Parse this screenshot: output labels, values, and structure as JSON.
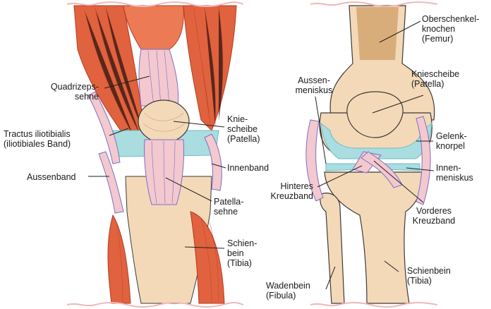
{
  "labels": {
    "quadrizepssehne": [
      "Quadrizeps-",
      "sehne"
    ],
    "tractus": [
      "Tractus iliotibialis",
      "(iliotibiales Band)"
    ],
    "aussenband": [
      "Aussenband"
    ],
    "kniescheibe_left": [
      "Knie-",
      "scheibe",
      "(Patella)"
    ],
    "innenband": [
      "Innenband"
    ],
    "patellasehne": [
      "Patella-",
      "sehne"
    ],
    "schienbein_left": [
      "Schien-",
      "bein",
      "(Tibia)"
    ],
    "oberschenkelknochen": [
      "Oberschenkel-",
      "knochen",
      "(Femur)"
    ],
    "aussenmeniskus": [
      "Aussen-",
      "meniskus"
    ],
    "kniescheibe_right": [
      "Kniescheibe",
      "(Patella)"
    ],
    "gelenkknorpel": [
      "Gelenk-",
      "knorpel"
    ],
    "innenmeniskus": [
      "Innen-",
      "meniskus"
    ],
    "hinteres_kreuzband": [
      "Hinteres",
      "Kreuzband"
    ],
    "vorderes_kreuzband": [
      "Vorderes",
      "Kreuzband"
    ],
    "wadenbein": [
      "Wadenbein",
      "(Fibula)"
    ],
    "schienbein_right": [
      "Schienbein",
      "(Tibia)"
    ]
  },
  "colors": {
    "muscle": "#e0623f",
    "muscle_dark": "#b63a22",
    "muscle_light": "#f08a63",
    "tendon": "#f3c8cf",
    "tendon_line": "#7a6fc4",
    "bone": "#f4d9b8",
    "bone_dark": "#e7c08e",
    "femur_shaft": "#d6a773",
    "cartilage": "#a9dde0",
    "cartilage_dark": "#6fbcc3",
    "outline": "#3a3a3a",
    "leader": "#222222",
    "wave": "#f2b6b6"
  }
}
